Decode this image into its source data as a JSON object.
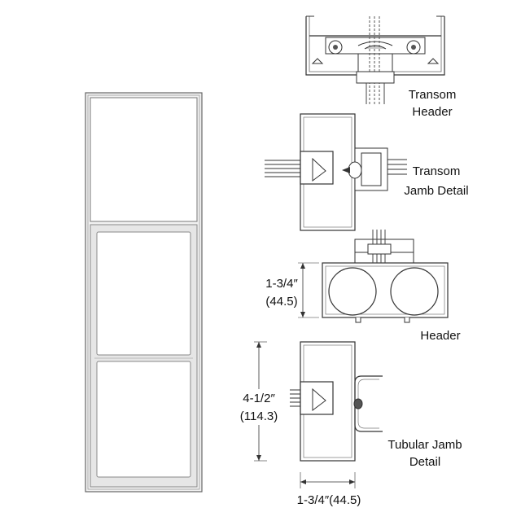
{
  "details": {
    "transom_header": {
      "line1": "Transom",
      "line2": "Header"
    },
    "transom_jamb": {
      "line1": "Transom",
      "line2": "Jamb Detail"
    },
    "header": {
      "line1": "Header"
    },
    "tubular_jamb": {
      "line1": "Tubular Jamb",
      "line2": "Detail"
    }
  },
  "dimensions": {
    "header_depth": {
      "line1": "1-3/4″",
      "line2": "(44.5)"
    },
    "jamb_face": {
      "line1": "4-1/2″",
      "line2": "(114.3)"
    },
    "jamb_depth": {
      "text": "1-3/4″(44.5)"
    }
  }
}
